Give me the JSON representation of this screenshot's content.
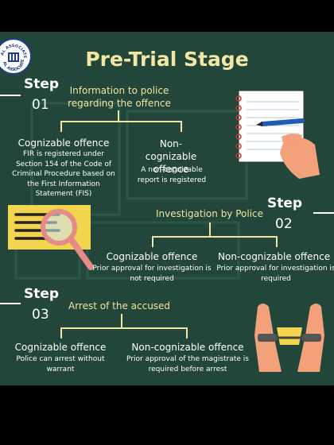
{
  "title": "Pre-Trial Stage",
  "logo": {
    "text_top": "AL ASSOCIATES",
    "text_bottom": "AL ASSOCIATES"
  },
  "step1": {
    "label": "Step",
    "number": "01",
    "heading": "Information to police regarding the offence",
    "left": {
      "title": "Cognizable offence",
      "text": "FIR is registered under Section 154 of the Code of Criminal Procedure based on the First Information Statement (FIS)"
    },
    "right": {
      "title": "Non-cognizable offence",
      "text": "A non-cognizable report is registered"
    }
  },
  "step2": {
    "label": "Step",
    "number": "02",
    "heading": "Investigation by Police",
    "left": {
      "title": "Cognizable offence",
      "text": "Prior approval for investigation is not required"
    },
    "right": {
      "title": "Non-cognizable offence",
      "text": "Prior approval for investigation is required"
    }
  },
  "step3": {
    "label": "Step",
    "number": "03",
    "heading": "Arrest of the accused",
    "left": {
      "title": "Cognizable offence",
      "text": "Police can arrest without warrant"
    },
    "right": {
      "title": "Non-cognizable offence",
      "text": "Prior approval of the magistrate is required before arrest"
    }
  },
  "icons": [
    "notepad-pen-icon",
    "magnifier-document-icon",
    "handcuffed-hands-icon"
  ]
}
